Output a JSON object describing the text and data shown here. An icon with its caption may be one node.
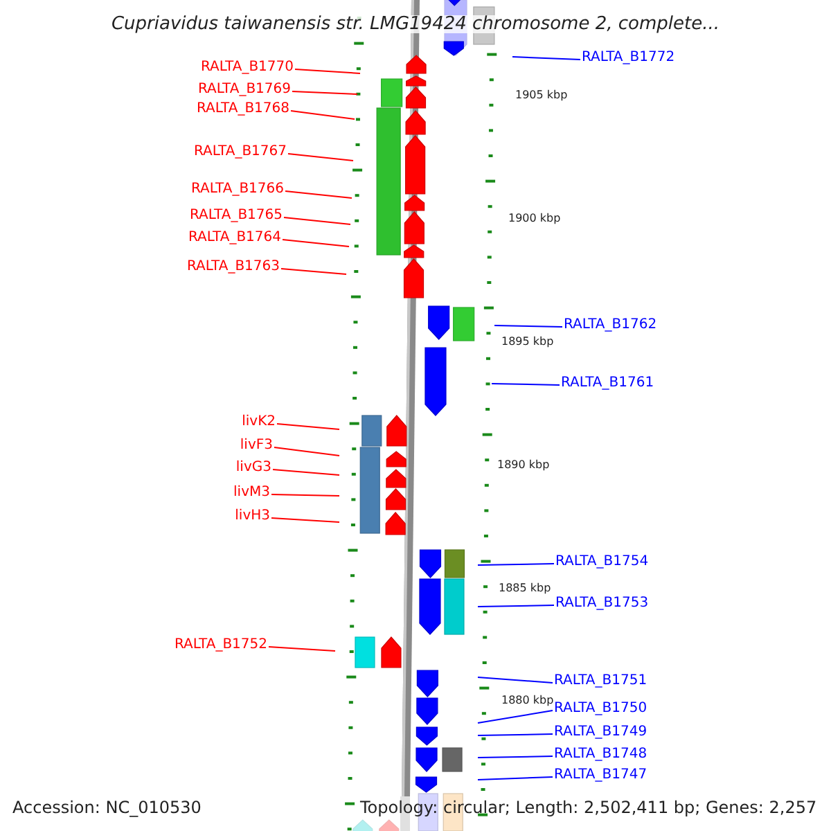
{
  "diagram": {
    "title": "Cupriavidus taiwanensis str. LMG19424 chromosome 2, complete...",
    "nodes": [
      {
        "text": [
          "RALTA_B1770"
        ]
      },
      {
        "text": [
          "RALTA_B1769"
        ]
      },
      {
        "text": [
          "RALTA_B1768"
        ]
      },
      {
        "text": [
          "RALTA_B1767"
        ]
      },
      {
        "text": [
          "RALTA_B1766"
        ]
      },
      {
        "text": [
          "RALTA_B1765"
        ]
      },
      {
        "text": [
          "RALTA_B1764"
        ]
      },
      {
        "text": [
          "RALTA_B1763"
        ]
      },
      {
        "text": [
          "livK2"
        ]
      },
      {
        "text": [
          "livF3"
        ]
      },
      {
        "text": [
          "livG3"
        ]
      },
      {
        "text": [
          "livM3"
        ]
      },
      {
        "text": [
          "livH3"
        ]
      },
      {
        "text": [
          "RALTA_B1752"
        ]
      },
      {
        "text": [
          "RALTA_B1772"
        ]
      },
      {
        "text": [
          "RALTA_B1762"
        ]
      },
      {
        "text": [
          "RALTA_B1761"
        ]
      },
      {
        "text": [
          "RALTA_B1754"
        ]
      },
      {
        "text": [
          "RALTA_B1753"
        ]
      },
      {
        "text": [
          "RALTA_B1751"
        ]
      },
      {
        "text": [
          "RALTA_B1750"
        ]
      },
      {
        "text": [
          "RALTA_B1749"
        ]
      },
      {
        "text": [
          "RALTA_B1748"
        ]
      },
      {
        "text": [
          "RALTA_B1747"
        ]
      }
    ],
    "edges": [
      {
        "from": 0,
        "to": null,
        "arrow": "none"
      },
      {
        "from": 1,
        "to": null,
        "arrow": "none"
      },
      {
        "from": 2,
        "to": null,
        "arrow": "none"
      },
      {
        "from": 3,
        "to": null,
        "arrow": "none"
      },
      {
        "from": 4,
        "to": null,
        "arrow": "none"
      },
      {
        "from": 5,
        "to": null,
        "arrow": "none"
      },
      {
        "from": 6,
        "to": null,
        "arrow": "none"
      },
      {
        "from": 7,
        "to": null,
        "arrow": "none"
      },
      {
        "from": 8,
        "to": null,
        "arrow": "none"
      },
      {
        "from": 9,
        "to": null,
        "arrow": "none"
      },
      {
        "from": 10,
        "to": null,
        "arrow": "none"
      },
      {
        "from": 11,
        "to": null,
        "arrow": "none"
      },
      {
        "from": 12,
        "to": null,
        "arrow": "none"
      },
      {
        "from": 13,
        "to": null,
        "arrow": "none"
      },
      {
        "from": 14,
        "to": null,
        "arrow": "none",
        "color": "#0000ff"
      },
      {
        "from": 15,
        "to": null,
        "arrow": "none",
        "color": "#0000ff"
      },
      {
        "from": 16,
        "to": null,
        "arrow": "none",
        "color": "#0000ff"
      },
      {
        "from": 17,
        "to": null,
        "arrow": "none",
        "color": "#0000ff"
      },
      {
        "from": 18,
        "to": null,
        "arrow": "none",
        "color": "#0000ff"
      },
      {
        "from": 19,
        "to": null,
        "arrow": "none",
        "color": "#0000ff"
      },
      {
        "from": 20,
        "to": null,
        "arrow": "none",
        "color": "#0000ff"
      },
      {
        "from": 21,
        "to": null,
        "arrow": "none",
        "color": "#0000ff"
      },
      {
        "from": 22,
        "to": null,
        "arrow": "none",
        "color": "#0000ff"
      },
      {
        "from": 23,
        "to": null,
        "arrow": "none",
        "color": "#0000ff"
      }
    ],
    "labels": [
      "1905 kbp",
      "1900 kbp",
      "1895 kbp",
      "1890 kbp",
      "1885 kbp",
      "1880 kbp",
      "Accession: NC_010530",
      "Topology: circular; Length: 2,502,411 bp; Genes: 2,257"
    ]
  }
}
